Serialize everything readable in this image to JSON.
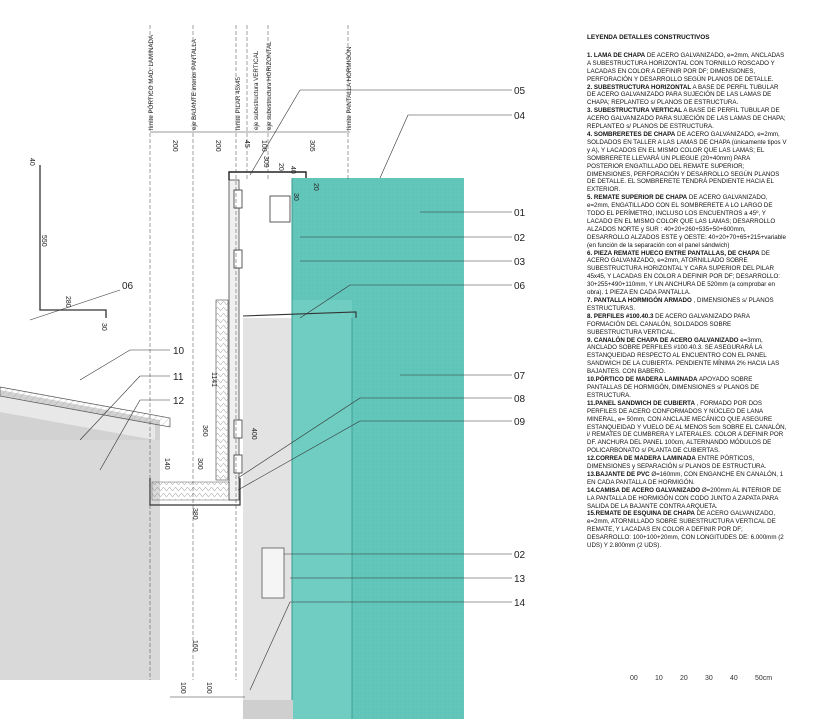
{
  "vertical_labels": [
    "límite PÓRTICO MAD. LAMINADA",
    "eje BAJANTE interior PANTALLA",
    "límite PILAR 45x45",
    "eje subestructura VERTICAL",
    "eje subestructura HORIZONTAL",
    "límite PANTALLA HORMIGÓN"
  ],
  "dimensions": {
    "top_200a": "200",
    "top_200b": "200",
    "top_45": "45",
    "top_100": "100",
    "top_305": "305",
    "d_309": "309",
    "d_20a": "20",
    "d_40a": "40",
    "d_20b": "20",
    "d_30a": "30",
    "left_40": "40",
    "left_550": "550",
    "left_280": "280",
    "left_30": "30",
    "d_1141": "1141",
    "d_360": "360",
    "d_400": "400",
    "d_140": "140",
    "d_300": "300",
    "d_380": "380",
    "d_160": "160",
    "bot_100a": "100",
    "bot_100b": "100"
  },
  "callouts": {
    "r05": "05",
    "r04": "04",
    "r01": "01",
    "r02": "02",
    "r03": "03",
    "r06": "06",
    "r07": "07",
    "r08": "08",
    "r09": "09",
    "r02b": "02",
    "r13": "13",
    "r14": "14",
    "l06": "06",
    "l10": "10",
    "l11": "11",
    "l12": "12"
  },
  "legend": {
    "title": "LEYENDA DETALLES CONSTRUCTIVOS",
    "items": [
      {
        "head": "1.  LAMA DE CHAPA",
        "body": " DE ACERO GALVANIZADO, e=2mm, ANCLADAS A SUBESTRUCTURA HORIZONTAL CON TORNILLO ROSCADO Y LACADAS EN COLOR A DEFINIR POR DF; DIMENSIONES, PERFORACIÓN Y DESARROLLO SEGÚN PLANOS DE DETALLE."
      },
      {
        "head": "2.  SUBESTRUCTURA HORIZONTAL",
        "body": " A BASE DE PERFIL TUBULAR DE ACERO GALVANIZADO PARA SUJECIÓN DE LAS LAMAS DE CHAPA; REPLANTEO s/ PLANOS DE ESTRUCTURA."
      },
      {
        "head": "3.  SUBESTRUCTURA VERTICAL",
        "body": " A BASE DE PERFIL TUBULAR DE ACERO GALVANIZADO PARA SUJECIÓN DE LAS LAMAS DE CHAPA; REPLANTEO s/ PLANOS DE ESTRUCTURA."
      },
      {
        "head": "4.  SOMBRERETES DE CHAPA",
        "body": "  DE  ACERO GALVANIZADO, e=2mm, SOLDADOS EN TALLER A LAS LAMAS DE CHAPA (únicamente tipos V y A), Y LACADOS EN EL MISMO COLOR QUE LAS LAMAS; EL SOMBRERETE LLEVARÁ UN PLIEGUE (20+40mm) PARA POSTERIOR ENGATILLADO DEL REMATE SUPERIOR; DIMENSIONES, PERFORACIÓN Y DESARROLLO SEGÚN PLANOS DE DETALLE. EL SOMBRERETE TENDRÁ PENDIENTE HACIA EL EXTERIOR."
      },
      {
        "head": "5.  REMATE SUPERIOR DE CHAPA",
        "body": " DE ACERO GALVANIZADO, e=2mm, ENGATILLADO CON EL SOMBRERETE A LO LARGO DE TODO EL PERÍMETRO, INCLUSO LOS ENCUENTROS a 45º, Y LACADO EN EL MISMO COLOR QUE LAS LAMAS; DESARROLLO ALZADOS NORTE y SUR : 40+20+260+535+50+600mm, DESARROLLO ALZADOS ESTE y OESTE: 40+20+70+65+215+variable (en función de la separación con el panel sándwich)"
      },
      {
        "head": "6.  PIEZA REMATE HUECO ENTRE PANTALLAS, DE CHAPA",
        "body": "  DE ACERO GALVANIZADO, e=2mm, ATORNILLADO SOBRE SUBESTRUCTURA HORIZONTAL Y CARA SUPERIOR DEL PILAR 45x45, Y LACADAS EN COLOR A DEFINIR POR DF; DESARROLLO: 30+255+490+110mm, Y UN ANCHURA DE 520mm (a comprobar en obra). 1 PIEZA EN CADA PANTALLA."
      },
      {
        "head": "7.  PANTALLA HORMIGÓN ARMADO",
        "body": " , DIMENSIONES s/ PLANOS ESTRUCTURAS."
      },
      {
        "head": "8.  PERFILES #100.40.3",
        "body": " DE ACERO GALVANIZADO PARA FORMACIÓN DEL CANALÓN, SOLDADOS SOBRE SUBESTRUCTURA VERTICAL."
      },
      {
        "head": "9.  CANALÓN DE CHAPA DE ACERO GALVANIZADO",
        "body": "  e=3mm, ANCLADO SOBRE PERFILES #100.40.3. SE ASEGURARÁ LA ESTANQUEIDAD RESPECTO AL ENCUENTRO CON EL PANEL SANDWICH DE LA CUBIERTA. PENDIENTE MÍNIMA 2% HACIA LAS BAJANTES. CON BABERO."
      },
      {
        "head": "10.PÓRTICO DE MADERA LAMINADA",
        "body": "  APOYADO SOBRE PANTALLAS DE HORMIGÓN, DIMENSIONES s/ PLANOS DE ESTRUCTURA."
      },
      {
        "head": "11.PANEL SANDWICH DE CUBIERTA",
        "body": " , FORMADO POR DOS PERFILES DE ACERO CONFORMADOS Y NÚCLEO DE LANA MINERAL, e= 50mm, CON ANCLAJE MECÁNICO QUE ASEGURE ESTANQUEIDAD Y VUELO DE AL MENOS 5cm SOBRE EL CANALÓN, i/ REMATES DE CUMBRERA Y LATERALES. COLOR A DEFINIR POR DF. ANCHURA DEL PANEL 100cm, ALTERNANDO MÓDULOS DE POLICARBONATO s/ PLANTA DE CUBIERTAS."
      },
      {
        "head": "12.CORREA DE MADERA LAMINADA",
        "body": " ENTRE PÓRTICOS, DIMENSIONES y SEPARACIÓN s/ PLANOS DE ESTRUCTURA."
      },
      {
        "head": "13.BAJANTE DE PVC",
        "body": " Ø=160mm, CON ENGANCHE EN CANALÓN, 1 EN CADA PANTALLA DE HORMIGÓN."
      },
      {
        "head": "14.CAMISA DE ACERO GALVANIZADO",
        "body": "  Ø=200mm AL INTERIOR DE LA PANTALLA DE HORMIGÓN CON CODO JUNTO A ZAPATA PARA SALIDA DE LA BAJANTE CONTRA ARQUETA."
      },
      {
        "head": "15.REMATE DE ESQUINA DE CHAPA",
        "body": " DE ACERO GALVANIZADO, e=2mm, ATORNILLADO SOBRE SUBESTRUCTURA VERTICAL DE REMATE, Y LACADAS EN COLOR A DEFINIR POR DF; DESARROLLO: 100+100+20mm, CON LONGITUDES DE: 6.000mm (2 UDS) Y 2.800mm (2 UDS)."
      }
    ]
  },
  "scale_bar": {
    "ticks": [
      "00",
      "10",
      "20",
      "30",
      "40",
      "50cm"
    ]
  },
  "colors": {
    "teal": "#5fc4b8",
    "teal_dark": "#3fa79c",
    "concrete": "#dcdcdc",
    "concrete_dark": "#bcbcbc",
    "line": "#333333"
  }
}
